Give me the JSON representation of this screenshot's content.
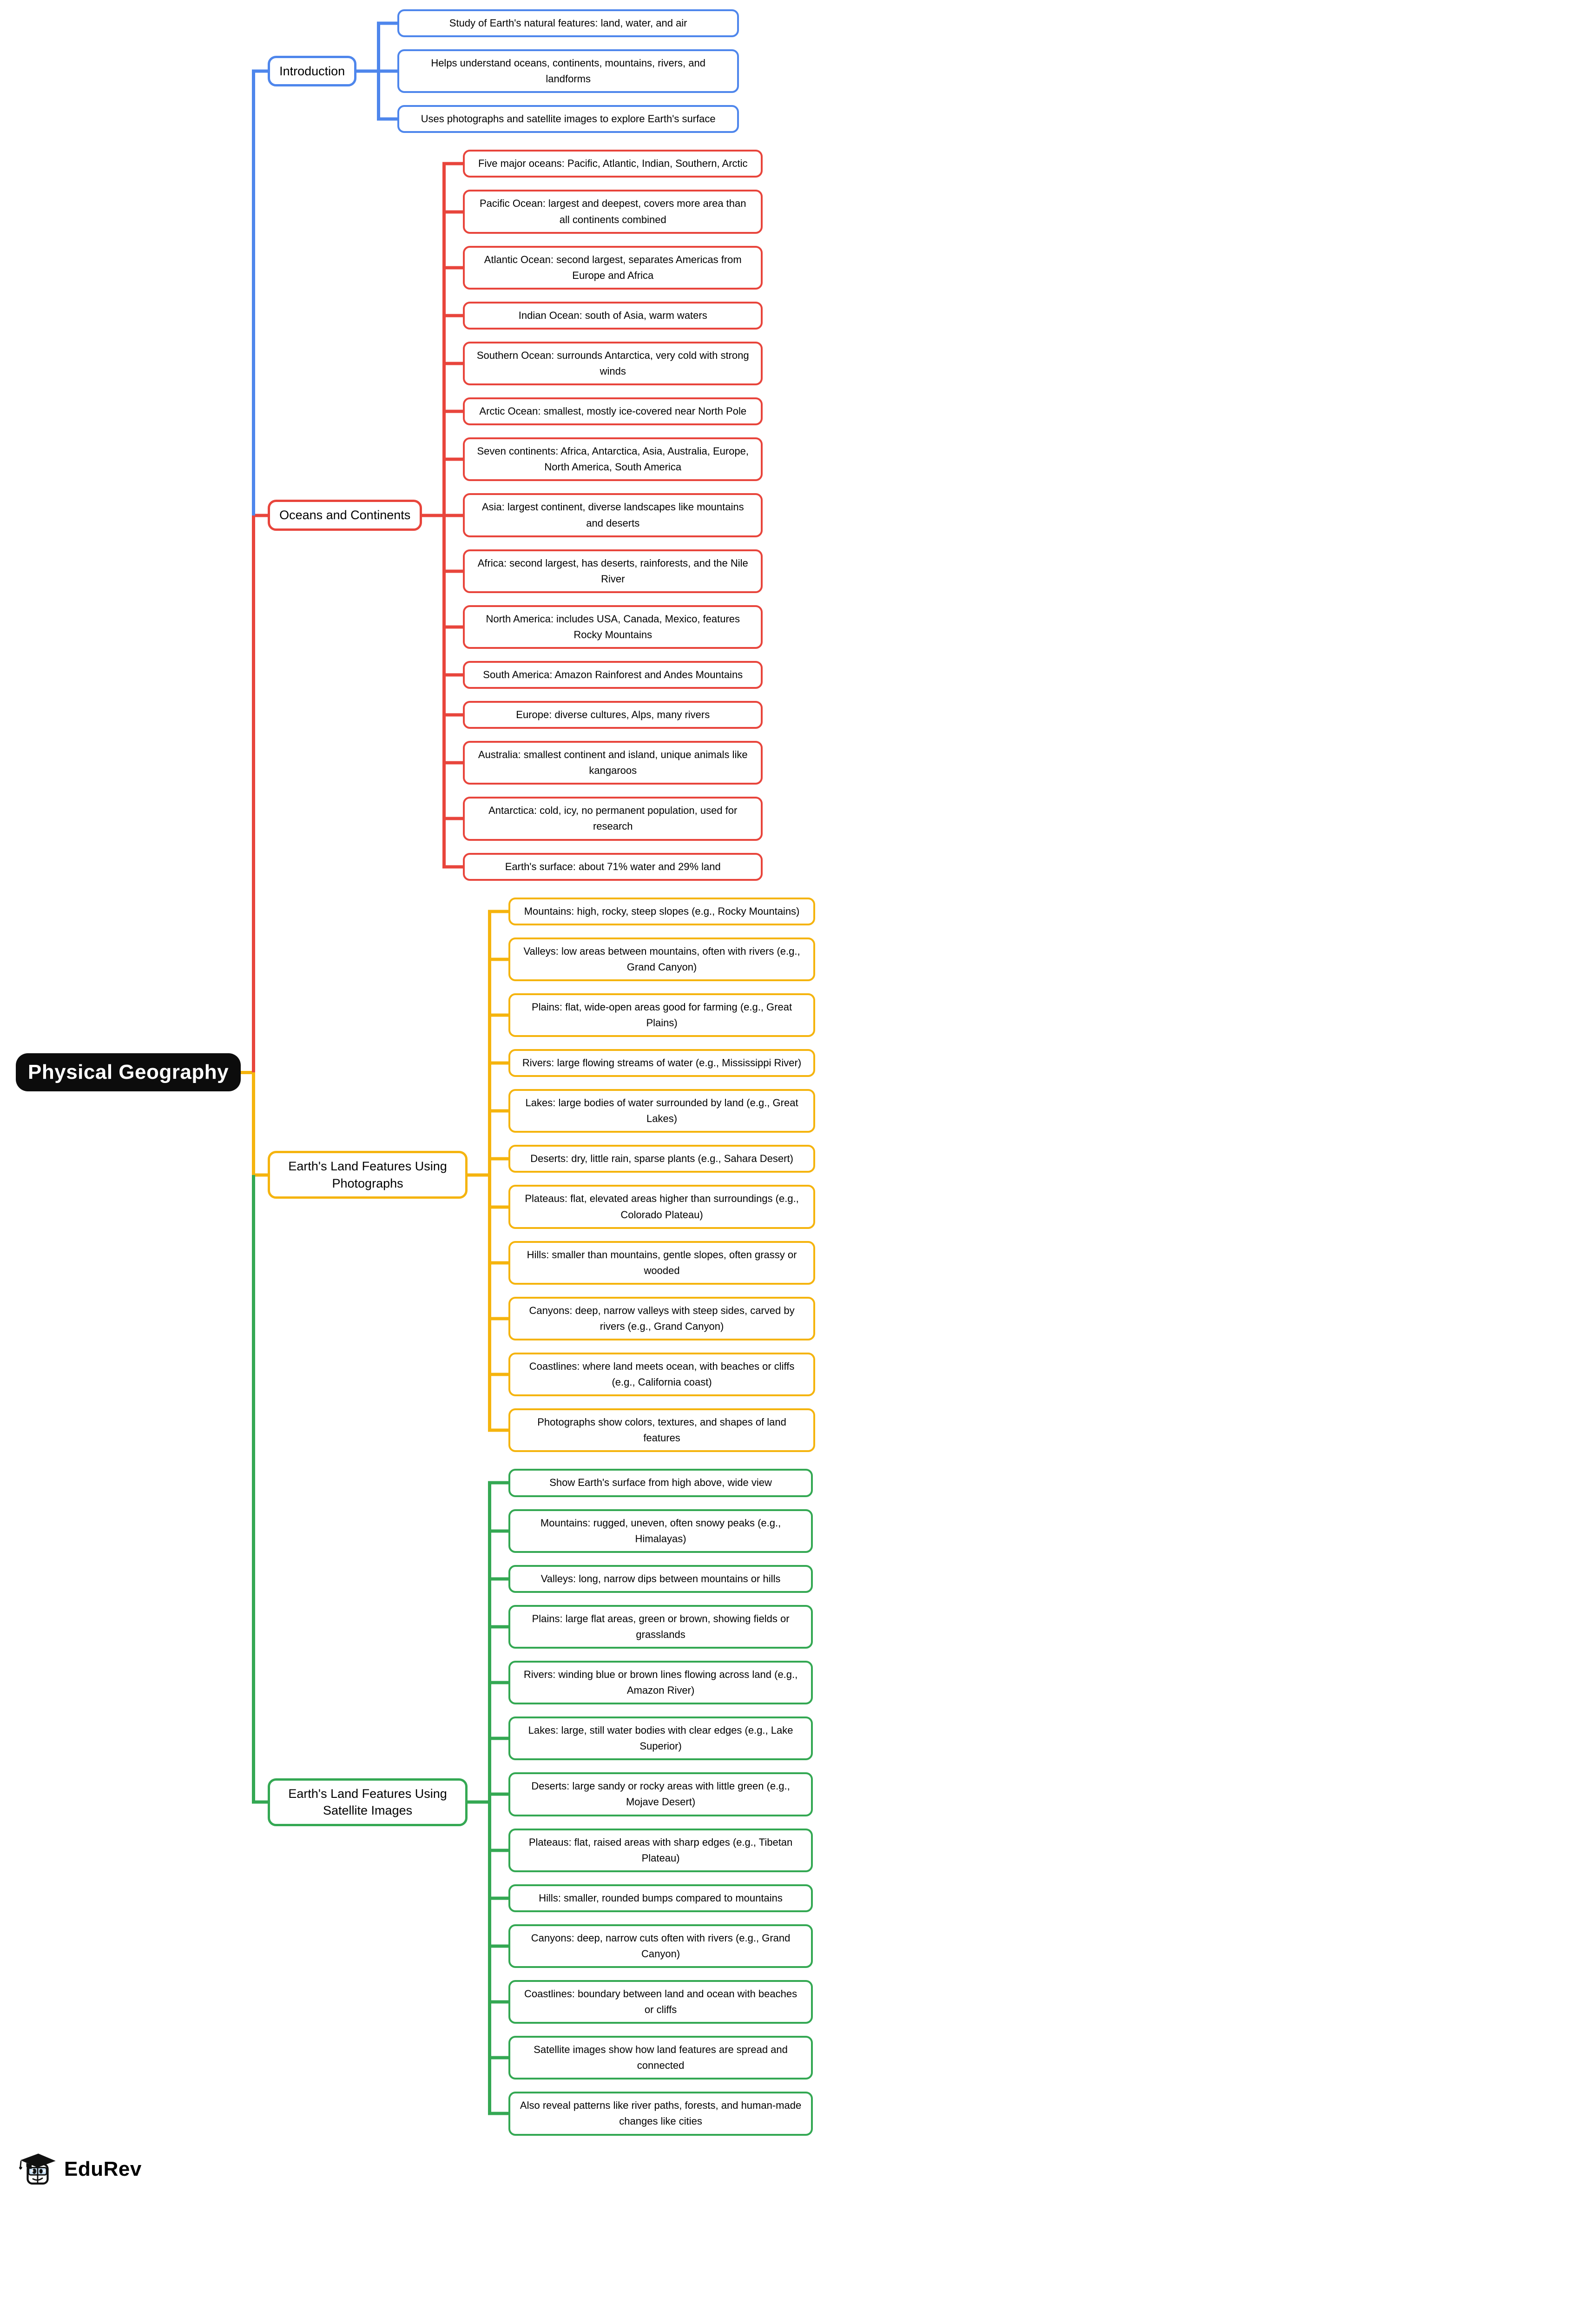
{
  "root": {
    "label": "Physical Geography",
    "bg_color": "#0c0c0c",
    "text_color": "#ffffff"
  },
  "branches": [
    {
      "id": "introduction",
      "label": "Introduction",
      "color": "#4E86EC",
      "children": [
        "Study of Earth's natural features: land, water, and air",
        "Helps understand oceans, continents, mountains, rivers, and landforms",
        "Uses photographs and satellite images to explore Earth's surface"
      ]
    },
    {
      "id": "oceans-and-continents",
      "label": "Oceans and Continents",
      "color": "#E8453C",
      "children": [
        "Five major oceans: Pacific, Atlantic, Indian, Southern, Arctic",
        "Pacific Ocean: largest and deepest, covers more area than all continents combined",
        "Atlantic Ocean: second largest, separates Americas from Europe and Africa",
        "Indian Ocean: south of Asia, warm waters",
        "Southern Ocean: surrounds Antarctica, very cold with strong winds",
        "Arctic Ocean: smallest, mostly ice-covered near North Pole",
        "Seven continents: Africa, Antarctica, Asia, Australia, Europe, North America, South America",
        "Asia: largest continent, diverse landscapes like mountains and deserts",
        "Africa: second largest, has deserts, rainforests, and the Nile River",
        "North America: includes USA, Canada, Mexico, features Rocky Mountains",
        "South America: Amazon Rainforest and Andes Mountains",
        "Europe: diverse cultures, Alps, many rivers",
        "Australia: smallest continent and island, unique animals like kangaroos",
        "Antarctica: cold, icy, no permanent population, used for research",
        "Earth's surface: about 71% water and 29% land"
      ]
    },
    {
      "id": "land-features-photographs",
      "label": "Earth's Land Features Using Photographs",
      "color": "#F5B40E",
      "children": [
        "Mountains: high, rocky, steep slopes (e.g., Rocky Mountains)",
        "Valleys: low areas between mountains, often with rivers (e.g., Grand Canyon)",
        "Plains: flat, wide-open areas good for farming (e.g., Great Plains)",
        "Rivers: large flowing streams of water (e.g., Mississippi River)",
        "Lakes: large bodies of water surrounded by land (e.g., Great Lakes)",
        "Deserts: dry, little rain, sparse plants (e.g., Sahara Desert)",
        "Plateaus: flat, elevated areas higher than surroundings (e.g., Colorado Plateau)",
        "Hills: smaller than mountains, gentle slopes, often grassy or wooded",
        "Canyons: deep, narrow valleys with steep sides, carved by rivers (e.g., Grand Canyon)",
        "Coastlines: where land meets ocean, with beaches or cliffs (e.g., California coast)",
        "Photographs show colors, textures, and shapes of land features"
      ]
    },
    {
      "id": "land-features-satellite",
      "label": "Earth's Land Features Using Satellite Images",
      "color": "#34A853",
      "children": [
        "Show Earth's surface from high above, wide view",
        "Mountains: rugged, uneven, often snowy peaks (e.g., Himalayas)",
        "Valleys: long, narrow dips between mountains or hills",
        "Plains: large flat areas, green or brown, showing fields or grasslands",
        "Rivers: winding blue or brown lines flowing across land (e.g., Amazon River)",
        "Lakes: large, still water bodies with clear edges (e.g., Lake Superior)",
        "Deserts: large sandy or rocky areas with little green (e.g., Mojave Desert)",
        "Plateaus: flat, raised areas with sharp edges (e.g., Tibetan Plateau)",
        "Hills: smaller, rounded bumps compared to mountains",
        "Canyons: deep, narrow cuts often with rivers (e.g., Grand Canyon)",
        "Coastlines: boundary between land and ocean with beaches or cliffs",
        "Satellite images show how land features are spread and connected",
        "Also reveal patterns like river paths, forests, and human-made changes like cities"
      ]
    }
  ],
  "footer": {
    "brand": "EduRev"
  }
}
